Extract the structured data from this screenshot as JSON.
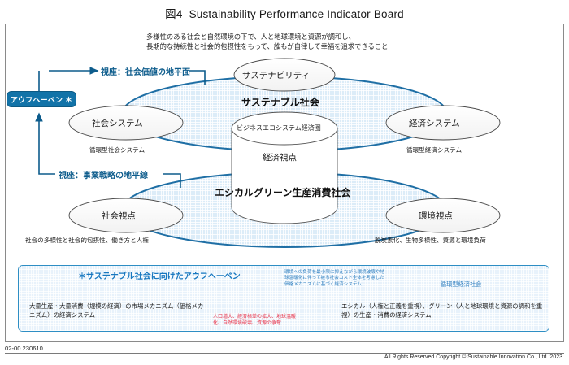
{
  "title": {
    "number": "図4",
    "text": "Sustainability Performance Indicator Board"
  },
  "top_caption": {
    "line1": "多様性のある社会と自然環境の下で、人と地球環境と資源が調和し、",
    "line2": "長期的な持続性と社会的包摂性をもって、誰もが自律して幸福を追求できること"
  },
  "chip": {
    "label": "アウフヘーベン ＊"
  },
  "horizons": {
    "upper": "視座：社会価値の地平面",
    "lower": "視座：事業戦略の地平線"
  },
  "upper_layer": {
    "top_ellipse": "サステナビリティ",
    "band_label": "サステナブル社会",
    "left_ellipse": "社会システム",
    "left_sub": "循環型社会システム",
    "right_ellipse": "経済システム",
    "right_sub": "循環型経済システム"
  },
  "center_cylinder": {
    "top_ellipse": "ビジネスエコシステム経済圏",
    "body_label": "経済視点"
  },
  "lower_layer": {
    "band_label": "エシカルグリーン生産消費社会",
    "left_ellipse": "社会視点",
    "left_sub": "社会の多様性と社会的包摂性、働き方と人権",
    "right_ellipse": "環境視点",
    "right_sub": "脱炭素化、生物多様性、資源と環境負荷"
  },
  "bottom_box": {
    "title": "＊サステナブル社会に向けたアウフヘーベン",
    "note_line1": "環境への負荷を最小限に抑えながら環境破壊や地",
    "note_line2": "球温暖化に伴って被る社会コスト全体を考慮した",
    "note_line3": "価格メカニズムに基づく経済システム",
    "right_label": "循環型経済社会",
    "left_text": "大量生産・大量消費（規模の経済）の市場メカニズム（価格メカニズム）の経済システム",
    "red_text": "人口増大、経済格差の拡大、地球温暖化、自然環境破壊、資源の争奪",
    "right_text": "エシカル（人権と正義を重視）、グリーン（人と地球環境と資源の調和を重視）の生産・消費の経済システム"
  },
  "footer": {
    "doc_code": "02-00 230610",
    "copyright": "All Rights Reserved Copyright © Sustainable Innovation Co., Ltd. 2023"
  },
  "colors": {
    "accent_blue": "#1273a8",
    "band_stroke": "#1f6fa5",
    "band_fill": "#d9ecf9",
    "box_border": "#2e8ec4",
    "red": "#e8334a"
  }
}
